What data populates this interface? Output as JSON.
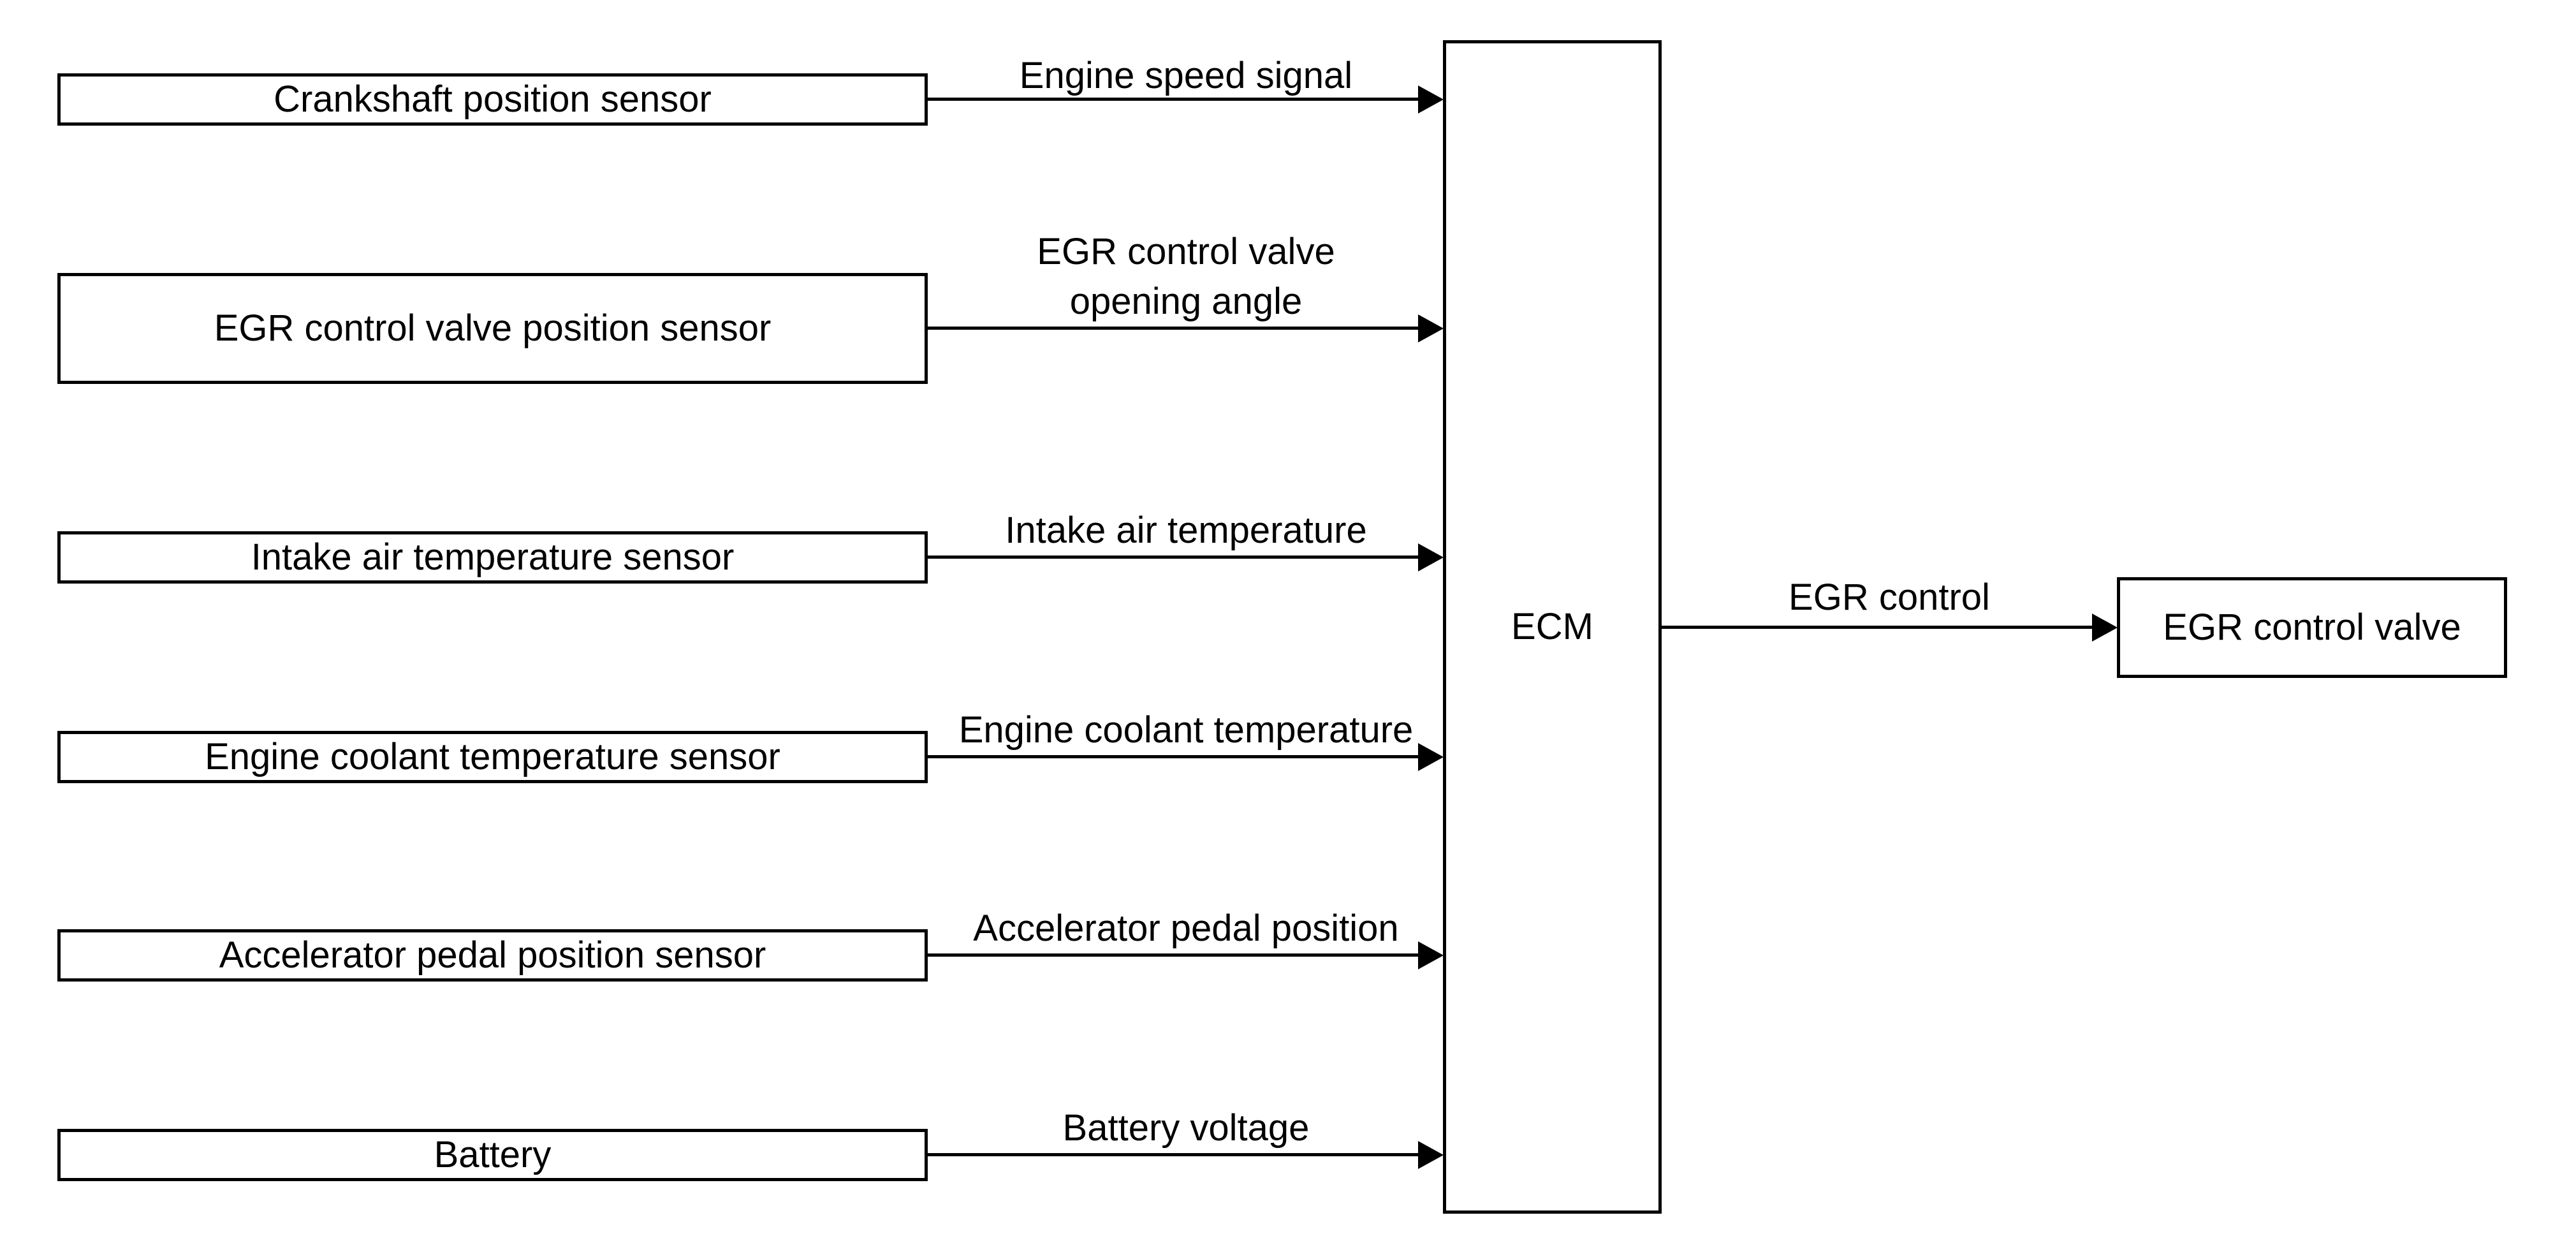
{
  "diagram": {
    "inputs": [
      {
        "box": "Crankshaft position sensor",
        "signal_lines": [
          "Engine speed signal"
        ]
      },
      {
        "box": "EGR control valve position sensor",
        "signal_lines": [
          "EGR control valve",
          "opening angle"
        ]
      },
      {
        "box": "Intake air temperature sensor",
        "signal_lines": [
          "Intake air temperature"
        ]
      },
      {
        "box": "Engine coolant temperature sensor",
        "signal_lines": [
          "Engine coolant temperature"
        ]
      },
      {
        "box": "Accelerator pedal position sensor",
        "signal_lines": [
          "Accelerator pedal position"
        ]
      },
      {
        "box": "Battery",
        "signal_lines": [
          "Battery voltage"
        ]
      }
    ],
    "controller": {
      "label": "ECM"
    },
    "output": {
      "signal": "EGR control",
      "box": "EGR control valve"
    },
    "colors": {
      "background": "#ffffff",
      "line": "#000000",
      "text": "#000000"
    }
  }
}
